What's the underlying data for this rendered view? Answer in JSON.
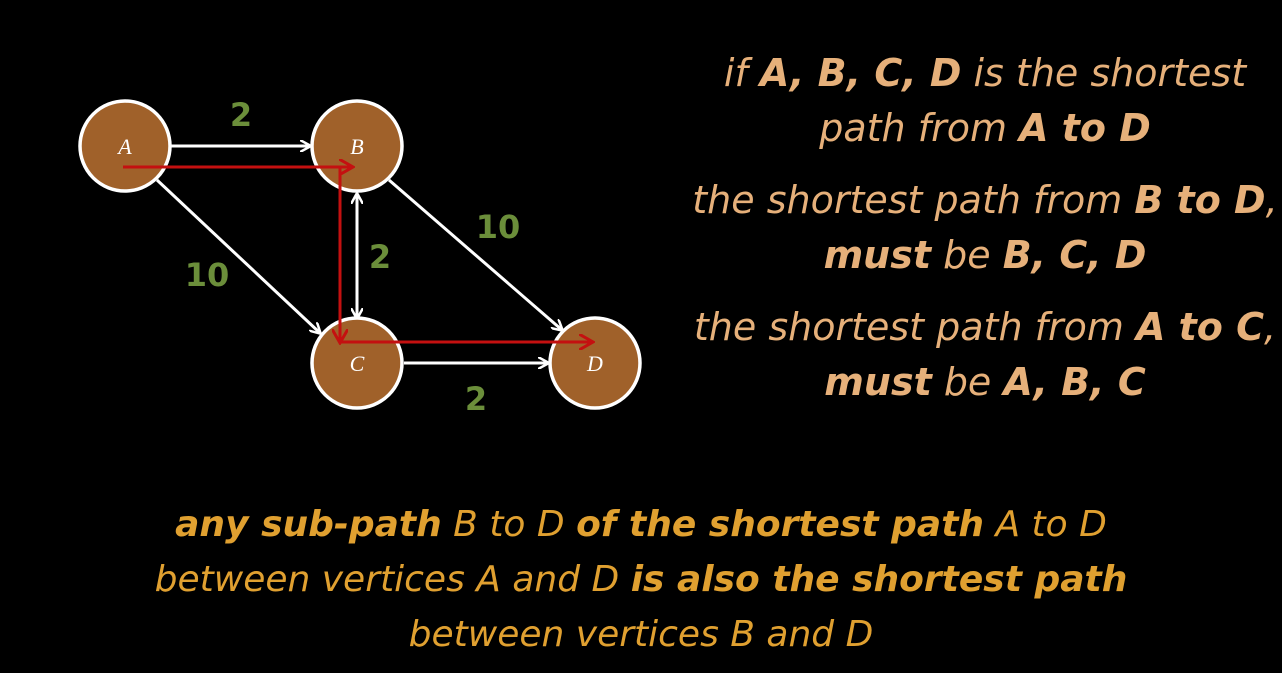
{
  "graph": {
    "nodes": [
      {
        "id": "A",
        "label": "A"
      },
      {
        "id": "B",
        "label": "B"
      },
      {
        "id": "C",
        "label": "C"
      },
      {
        "id": "D",
        "label": "D"
      }
    ],
    "edges": [
      {
        "from": "A",
        "to": "B",
        "weight": "2"
      },
      {
        "from": "A",
        "to": "C",
        "weight": "10"
      },
      {
        "from": "B",
        "to": "C",
        "weight": "2"
      },
      {
        "from": "B",
        "to": "D",
        "weight": "10"
      },
      {
        "from": "C",
        "to": "D",
        "weight": "2"
      }
    ],
    "highlighted_path": [
      "A",
      "B",
      "C",
      "D"
    ],
    "colors": {
      "node_fill": "#a0612a",
      "node_stroke": "#ffffff",
      "edge": "#ffffff",
      "path": "#c41010",
      "weight": "#6b8e3a"
    }
  },
  "statements": [
    {
      "parts": [
        {
          "t": "if ",
          "b": false
        },
        {
          "t": "A, B, C, D",
          "b": true
        },
        {
          "t": " is the shortest path from ",
          "b": false
        },
        {
          "t": "A to D",
          "b": true
        }
      ]
    },
    {
      "parts": [
        {
          "t": "the shortest path from ",
          "b": false
        },
        {
          "t": "B to D",
          "b": true
        },
        {
          "t": ", ",
          "b": false
        },
        {
          "t": "must",
          "b": true
        },
        {
          "t": " be ",
          "b": false
        },
        {
          "t": "B, C, D",
          "b": true
        }
      ]
    },
    {
      "parts": [
        {
          "t": "the shortest path from ",
          "b": false
        },
        {
          "t": "A to C",
          "b": true
        },
        {
          "t": ", ",
          "b": false
        },
        {
          "t": "must",
          "b": true
        },
        {
          "t": " be ",
          "b": false
        },
        {
          "t": "A, B, C",
          "b": true
        }
      ]
    }
  ],
  "statement_color": "#e6b07a",
  "conclusion": {
    "color": "#e0a030",
    "lines": [
      [
        {
          "t": "any sub-path",
          "b": true
        },
        {
          "t": " B to D ",
          "b": false
        },
        {
          "t": "of the shortest path",
          "b": true
        },
        {
          "t": " A to D",
          "b": false
        }
      ],
      [
        {
          "t": "between vertices A and D ",
          "b": false
        },
        {
          "t": "is also the shortest path",
          "b": true
        }
      ],
      [
        {
          "t": "between vertices B and D",
          "b": false
        }
      ]
    ]
  }
}
